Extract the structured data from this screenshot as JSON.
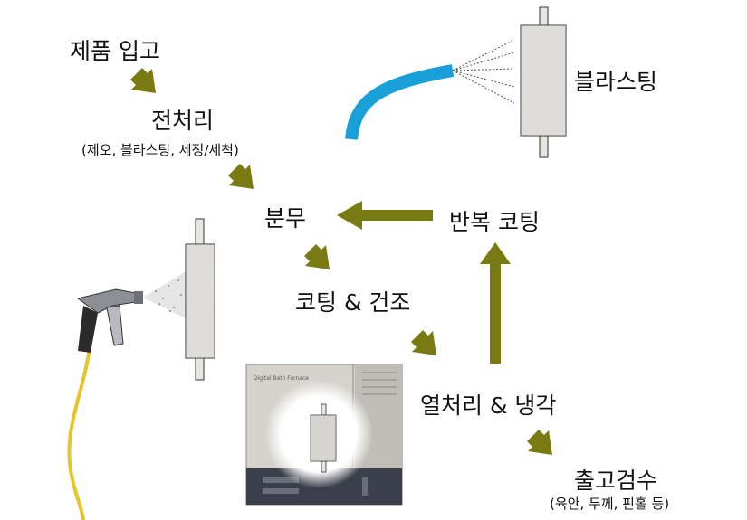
{
  "steps": {
    "receiving": "제품 입고",
    "pretreatment": "전처리",
    "pretreatment_detail": "(제오, 블라스팅, 세정/세척)",
    "blasting": "블라스팅",
    "spraying": "분무",
    "repeat_coating": "반복 코팅",
    "coating_drying": "코팅 & 건조",
    "heat_cooling": "열처리 & 냉각",
    "inspection": "출고검수",
    "inspection_detail": "(육안, 두께, 핀홀 등)"
  },
  "furnace": {
    "brand_label": "Digital Bath Furnace"
  },
  "colors": {
    "arrow": "#7a7a12",
    "hose": "#1aa0d8",
    "spray_hose": "#e6c42a",
    "specimen": "#e8e6e0",
    "furnace_body": "#d8d6cf",
    "furnace_panel": "#3b3f4a"
  }
}
